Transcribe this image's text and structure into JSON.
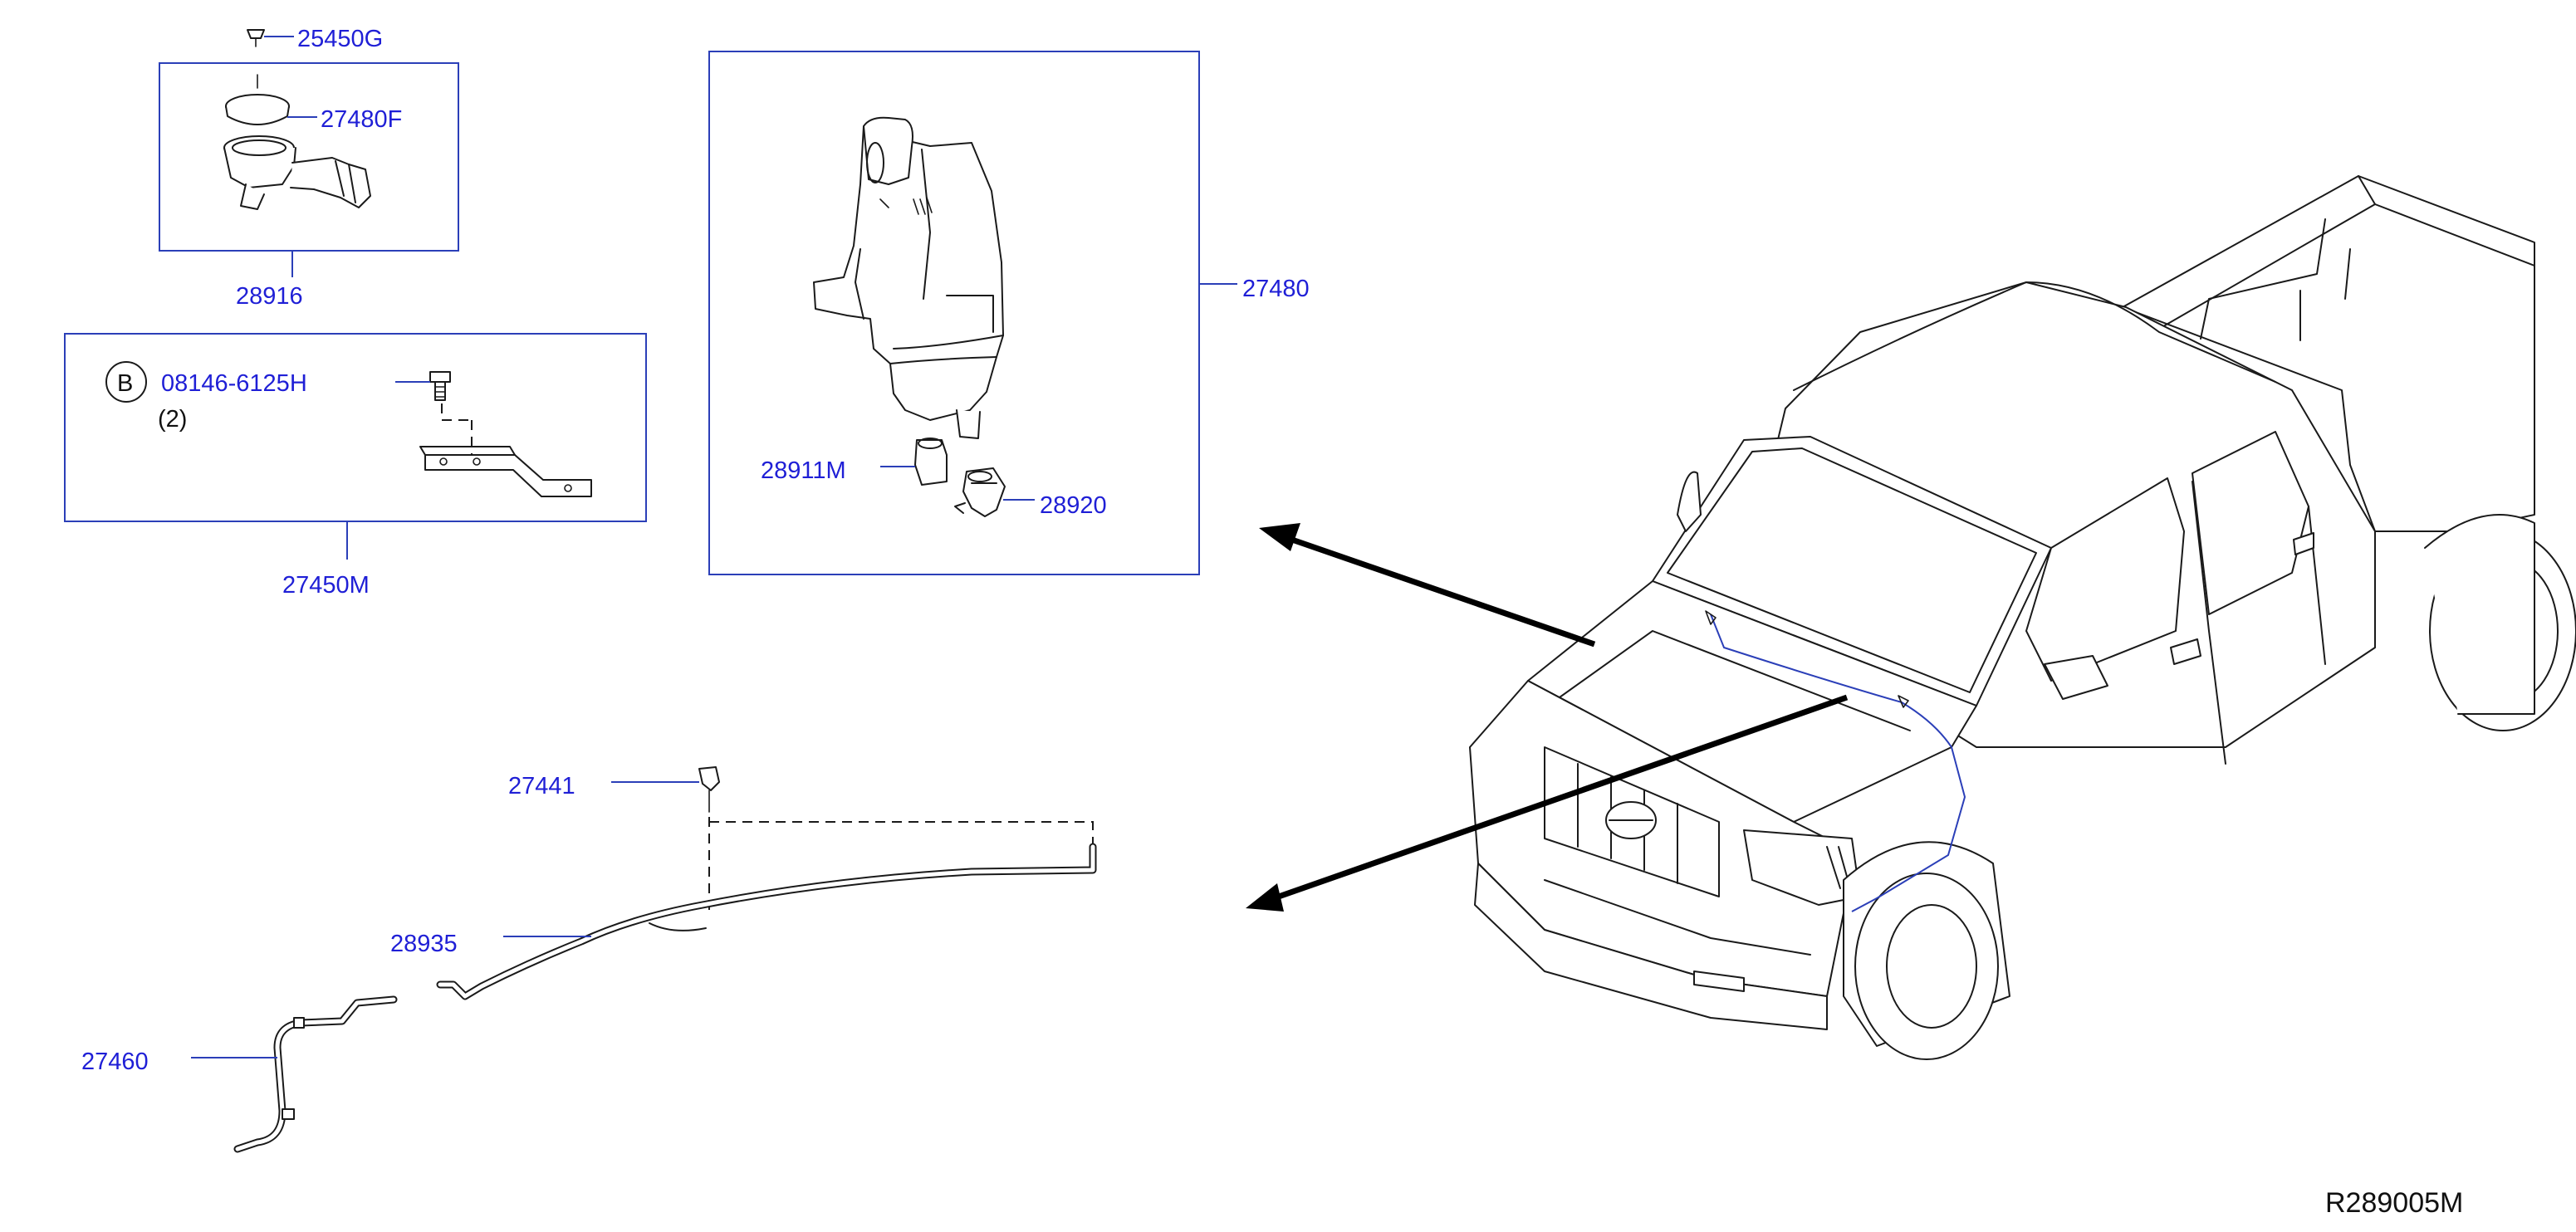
{
  "labels": {
    "p25450G": "25450G",
    "p27480F": "27480F",
    "p28916": "28916",
    "bolt_code": "08146-6125H",
    "bolt_marker": "B",
    "bolt_qty": "(2)",
    "p27450M": "27450M",
    "p27480": "27480",
    "p28911M": "28911M",
    "p28920": "28920",
    "p27441": "27441",
    "p28935": "28935",
    "p27460": "27460"
  },
  "diagram_ref": "R289005M",
  "colors": {
    "callout_blue": "#1f1fd6",
    "box_blue": "#2b3fb8",
    "line": "#1a1a1a"
  }
}
